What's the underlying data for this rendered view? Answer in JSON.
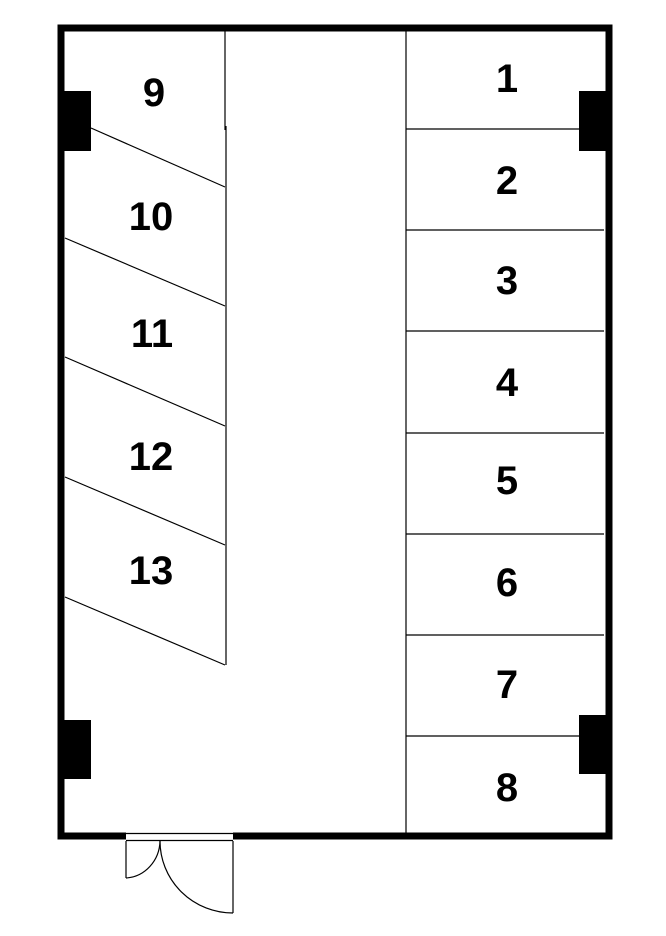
{
  "diagram": {
    "right_slots": [
      "1",
      "2",
      "3",
      "4",
      "5",
      "6",
      "7",
      "8"
    ],
    "left_slots": [
      "9",
      "10",
      "11",
      "12",
      "13"
    ],
    "colors": {
      "line": "#000000",
      "background": "#ffffff"
    }
  }
}
